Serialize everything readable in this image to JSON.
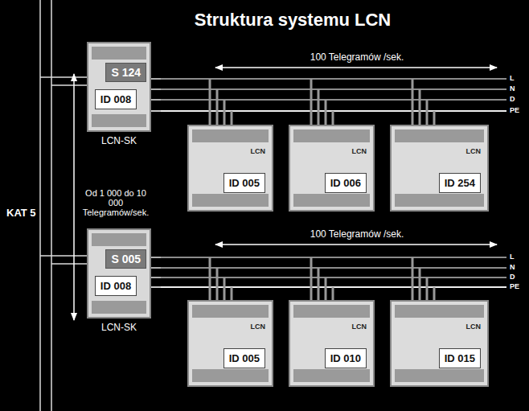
{
  "diagram": {
    "title": "Struktura systemu LCN",
    "nodes": [
      {
        "text": [
          "S 124",
          "ID 008",
          "LCN-SK"
        ]
      },
      {
        "text": [
          "LCN",
          "ID 005"
        ]
      },
      {
        "text": [
          "LCN",
          "ID 006"
        ]
      },
      {
        "text": [
          "LCN",
          "ID 254"
        ]
      },
      {
        "text": [
          "S 005",
          "ID 008",
          "LCN-SK"
        ]
      },
      {
        "text": [
          "LCN",
          "ID 005"
        ]
      },
      {
        "text": [
          "LCN",
          "ID 010"
        ]
      },
      {
        "text": [
          "LCN",
          "ID 015"
        ]
      }
    ],
    "labels": [
      "KAT 5",
      "Od 1 000 do 10 000 Telegramów/sek.",
      "100 Telegramów /sek.",
      "L",
      "N",
      "D",
      "PE",
      "100 Telegramów /sek.",
      "L",
      "N",
      "D",
      "PE"
    ]
  }
}
